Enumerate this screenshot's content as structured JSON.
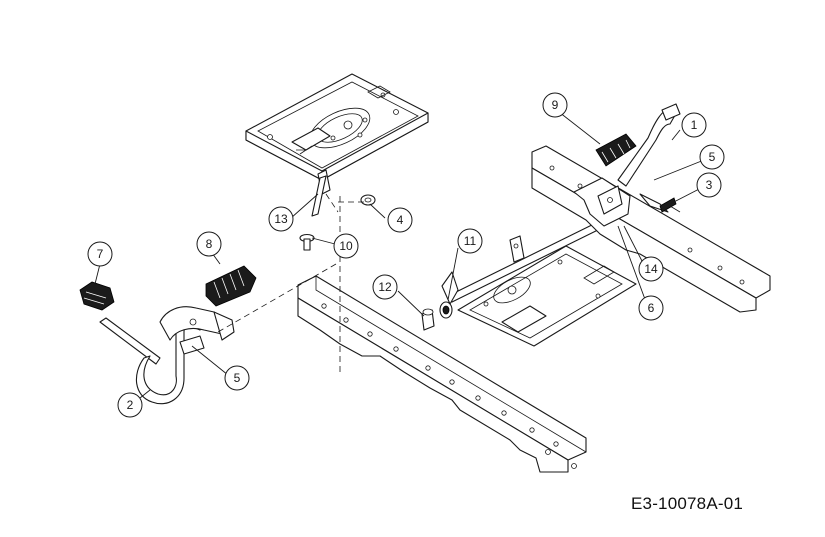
{
  "drawing_code": "E3-10078A-01",
  "callouts": [
    "1",
    "2",
    "3",
    "4",
    "5",
    "5",
    "6",
    "7",
    "8",
    "9",
    "10",
    "11",
    "12",
    "13",
    "14"
  ]
}
